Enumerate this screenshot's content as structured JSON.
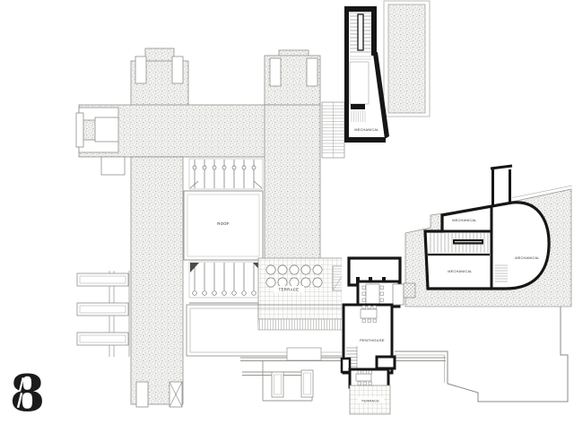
{
  "plan": {
    "sheet_number": "8",
    "labels": {
      "roof": "ROOF",
      "terrace_upper": "TERRACE",
      "terrace_lower": "TERRACE",
      "penthouse": "PENTHOUSE",
      "mechanical_stair_tower": "MECHANICAL",
      "mechanical_north_room": "MECHANICAL",
      "mechanical_west_room": "MECHANICAL",
      "mechanical_east_room": "MECHANICAL"
    },
    "colors": {
      "paper": "#ffffff",
      "wall_ink": "#161616",
      "thin_line": "#8f8f8c",
      "stipple_bg": "#f2f2f0",
      "stipple_dot": "#a9a9a5"
    }
  }
}
